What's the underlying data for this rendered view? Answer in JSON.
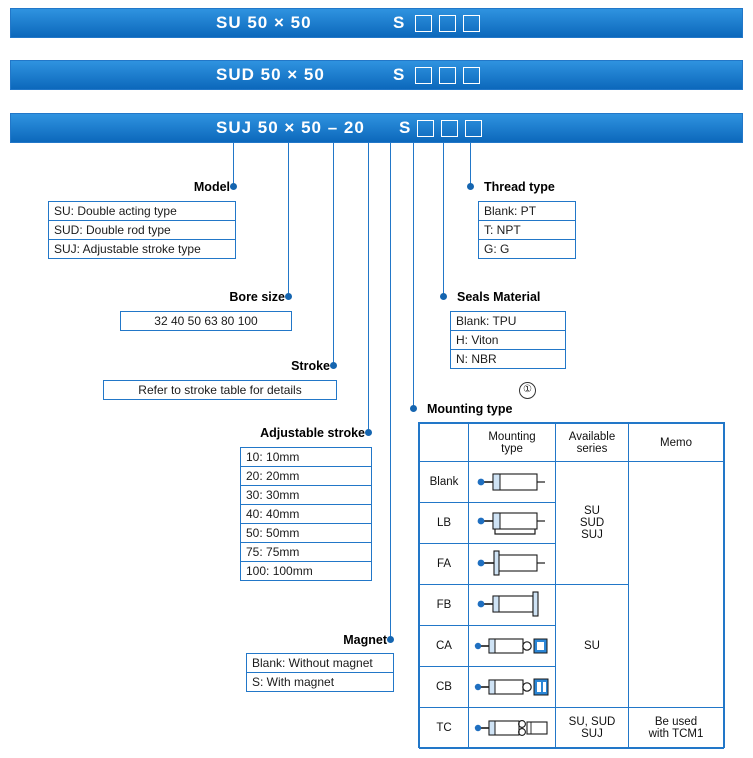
{
  "title": "Cylinder model code ordering diagram",
  "code_bars": [
    {
      "text": "SU  50 × 50",
      "squares": 3
    },
    {
      "text": "SUD 50 × 50",
      "squares": 3
    },
    {
      "text": "SUJ 50 × 50 – 20",
      "squares": 3
    }
  ],
  "bar_suffix": "S",
  "sections": {
    "model": {
      "heading": "Model",
      "rows": [
        "SU: Double acting type",
        "SUD: Double rod type",
        "SUJ: Adjustable stroke type"
      ]
    },
    "bore_size": {
      "heading": "Bore size",
      "rows": [
        "32  40  50  63  80  100"
      ]
    },
    "stroke": {
      "heading": "Stroke",
      "rows": [
        "Refer to stroke table for details"
      ]
    },
    "adjustable_stroke": {
      "heading": "Adjustable stroke",
      "rows": [
        "10: 10mm",
        "20: 20mm",
        "30: 30mm",
        "40: 40mm",
        "50: 50mm",
        "75: 75mm",
        "100: 100mm"
      ]
    },
    "magnet": {
      "heading": "Magnet",
      "rows": [
        "Blank: Without magnet",
        "S: With magnet"
      ]
    },
    "thread_type": {
      "heading": "Thread type",
      "rows": [
        "Blank: PT",
        "T: NPT",
        "G: G"
      ]
    },
    "seals_material": {
      "heading": "Seals Material",
      "rows": [
        "Blank: TPU",
        "H: Viton",
        "N: NBR"
      ]
    },
    "mounting_type": {
      "heading": "Mounting type",
      "note_marker": "①",
      "columns": [
        "",
        "Mounting type",
        "Available series",
        "Memo"
      ],
      "rows": [
        {
          "code": "Blank",
          "series": "SU\nSUD\nSUJ",
          "memo": ""
        },
        {
          "code": "LB",
          "series": "",
          "memo": ""
        },
        {
          "code": "FA",
          "series": "",
          "memo": ""
        },
        {
          "code": "FB",
          "series": "SU",
          "memo": ""
        },
        {
          "code": "CA",
          "series": "",
          "memo": ""
        },
        {
          "code": "CB",
          "series": "",
          "memo": ""
        },
        {
          "code": "TC",
          "series": "SU, SUD\nSUJ",
          "memo": "Be used with TCM1"
        }
      ],
      "series_groups": [
        {
          "label": "SU\nSUD\nSUJ",
          "span": "Blank-FA"
        },
        {
          "label": "SU",
          "span": "FB-CB"
        },
        {
          "label": "SU, SUD\nSUJ",
          "span": "TC"
        }
      ],
      "memo_groups": [
        {
          "label": "Be used with TCM1",
          "span": "TC"
        }
      ]
    }
  },
  "colors": {
    "bar_blue": "#1a7fd4",
    "line_blue": "#2277c8",
    "dot_blue": "#1565b0",
    "text": "#111111"
  }
}
